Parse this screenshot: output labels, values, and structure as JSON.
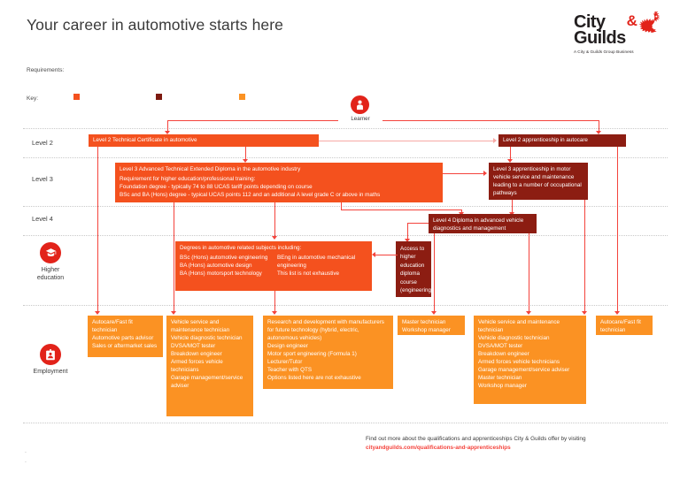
{
  "header": {
    "title": "Your career in automotive starts here",
    "logo_line1": "City",
    "logo_amp": "&",
    "logo_line2": "Guilds",
    "logo_tagline": "A City & Guilds Group Business",
    "logo_icon": "lion-icon"
  },
  "legend": {
    "requirements_label": "Requirements:",
    "key_label": "Key:",
    "swatches": [
      {
        "name": "key-swatch-orange",
        "color": "#f4511e"
      },
      {
        "name": "key-swatch-dark-red",
        "color": "#7d1a10"
      },
      {
        "name": "key-swatch-amber",
        "color": "#fb9223"
      }
    ]
  },
  "rows": {
    "level2": "Level 2",
    "level3": "Level 3",
    "level4": "Level 4",
    "higher_education": "Higher\neducation",
    "higher_education_line1": "Higher",
    "higher_education_line2": "education",
    "employment": "Employment"
  },
  "start": {
    "label": "Learner",
    "icon": "learner-person-icon"
  },
  "icons": {
    "higher_education": "graduation-cap-icon",
    "employment": "id-badge-icon"
  },
  "boxes": {
    "level2_certificate": "Level 2 Technical Certificate in automotive",
    "level2_apprenticeship": "Level 2 apprenticeship in autocare",
    "level3_diploma": {
      "heading": "Level 3 Advanced Technical Extended Diploma in the automotive industry",
      "line1": "Requirement for higher education/professional training:",
      "line2": "Foundation degree - typically 74 to 88 UCAS tariff points depending on course",
      "line3": "BSc and BA (Hons) degree - typical UCAS points 112 and an additional A level grade C or above in maths"
    },
    "level3_apprenticeship": "Level 3 apprenticeship in motor vehicle service and maintenance leading to a number of occupational pathways",
    "level4_diploma": "Level 4 Diploma in advanced vehicle diagnostics and management",
    "degrees": {
      "heading": "Degrees in automotive related subjects including:",
      "col1": [
        "BSc (Hons) automotive engineering",
        "BA (Hons) automotive design",
        "BA (Hons) motorsport  technology"
      ],
      "col2": [
        "BEng in automotive mechanical engineering",
        "This list is not exhaustive"
      ]
    },
    "access_course": "Access to higher education diploma course (engineering)"
  },
  "employment_boxes": [
    {
      "name": "employment-autocare-left",
      "items": [
        "Autocare/Fast fit technician",
        "Automotive parts advisor",
        "Sales or aftermarket sales"
      ]
    },
    {
      "name": "employment-vehicle-service-left",
      "items": [
        "Vehicle service and maintenance technician",
        "Vehicle diagnostic technician",
        "DVSA/MOT tester",
        "Breakdown engineer",
        "Armed forces vehicle technicians",
        "Garage management/service adviser"
      ]
    },
    {
      "name": "employment-research-development",
      "items": [
        "Research and development with manufacturers for future technology (hybrid, electric, autonomous vehicles)",
        "Design engineer",
        "Motor sport engineering (Formula 1)",
        "Lecturer/Tutor",
        "Teacher with QTS",
        "Options listed here are not exhaustive"
      ]
    },
    {
      "name": "employment-master-technician",
      "items": [
        "Master technician",
        "Workshop manager"
      ]
    },
    {
      "name": "employment-vehicle-service-right",
      "items": [
        "Vehicle service and maintenance technician",
        "Vehicle diagnostic technician",
        "DVSA/MOT tester",
        "Breakdown engineer",
        "Armed forces vehicle technicians",
        "Garage management/service adviser",
        "Master technician",
        "Workshop manager"
      ]
    },
    {
      "name": "employment-autocare-right",
      "items": [
        "Autocare/Fast fit technician"
      ]
    }
  ],
  "footer": {
    "line1": "Find out more about the qualifications and apprenticeships City & Guilds offer by visiting",
    "link": "cityandguilds.com/qualifications-and-apprenticeships"
  }
}
